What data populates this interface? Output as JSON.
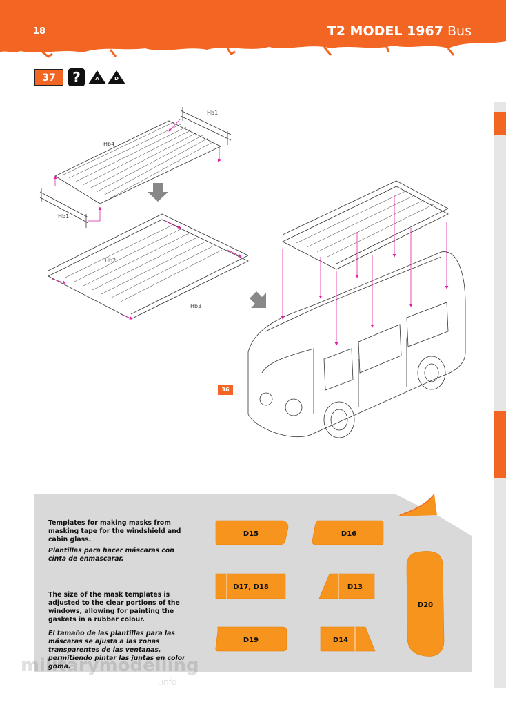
{
  "header": {
    "page_number": "18",
    "title_bold": "T2 MODEL 1967",
    "title_regular": "Bus"
  },
  "step": {
    "number": "37",
    "help_glyph": "?",
    "icons": [
      {
        "name": "caution-a-icon",
        "letter": "A"
      },
      {
        "name": "caution-d-icon",
        "letter": "D"
      }
    ]
  },
  "diagram": {
    "parts": [
      "Hb1",
      "Hb4",
      "Hb1",
      "Hb2",
      "Hb3"
    ],
    "reference_step": "36",
    "accent_color": "#f26522",
    "arrow_color": "#e020a0"
  },
  "masks": {
    "text_en_1": "Templates for making masks from masking tape for the windshield and cabin glass.",
    "text_es_1": "Plantillas para hacer máscaras con cinta de enmascarar.",
    "text_en_2": "The size of the mask templates is adjusted to the clear portions of the windows, allowing for painting the gaskets in a rubber colour.",
    "text_es_2": "El tamaño de las plantillas para las máscaras se ajusta a las zonas transparentes de las ventanas, permitiendo pintar las juntas en color goma.",
    "templates": [
      "D15",
      "D16",
      "D17, D18",
      "D13",
      "D20",
      "D19",
      "D14"
    ],
    "template_color": "#f7941d"
  },
  "watermark": {
    "text": "militarymodelling",
    "suffix": ".info"
  }
}
